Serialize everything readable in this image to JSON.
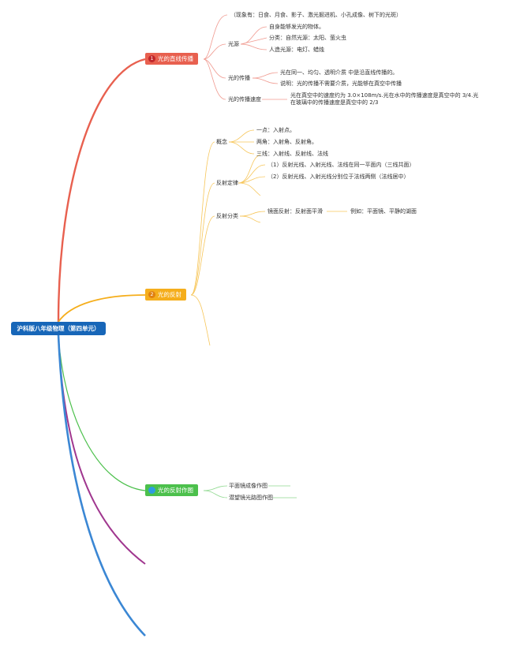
{
  "root": {
    "label": "沪科版八年级物理（第四单元）"
  },
  "branches": [
    {
      "badge": "1",
      "label": "光的直线传播",
      "color": "#e8604f",
      "badge_color": "#c0262a"
    },
    {
      "badge": "2",
      "label": "光的反射",
      "color": "#f5ae1c",
      "badge_color": "#e08010"
    },
    {
      "badge": "",
      "label": "光的反射作图",
      "color": "#4cc04c",
      "badge_color": "#2e9be0"
    }
  ],
  "colors": {
    "purple": "#a0378f",
    "blue": "#3b87d4",
    "line_red": "#f09a90",
    "line_orange": "#f7c65a",
    "line_green": "#8fd98f"
  },
  "b1": {
    "phenomena": "（现象有：日食、月食、影子、激光掘进机、小孔成像、树下的光斑）",
    "source": "光源",
    "source_items": [
      "自身能够发光的物体。",
      "分类：自然光源：太阳、萤火虫",
      "人造光源：电灯、蜡烛"
    ],
    "propagation": "光的传播",
    "propagation_items": [
      "光在同一、均匀、透明介质 中是沿直线传播的。",
      "说明：光的传播不需要介质，光能够在真空中传播"
    ],
    "speed": "光的传播速度",
    "speed_text": "光在真空中的速度约为 3.0×108m/s.光在水中的传播速度是真空中的 3/4.光在玻璃中的传播速度是真空中的 2/3"
  },
  "b2": {
    "concept": "概念",
    "concept_items": [
      "一点：入射点。",
      "两角：入射角、反射角。",
      "三线：入射线、反射线、法线"
    ],
    "law": "反射定律",
    "law_items": [
      "（1）反射光线、入射光线、法线在同一平面内（三线共面）",
      "（2）反射光线、入射光线分别位于法线两侧（法线居中）"
    ],
    "types": "反射分类",
    "mirror": "镜面反射：反射面平滑",
    "mirror_example": "例如：平面镜、平静的湖面"
  },
  "b3": {
    "items": [
      "平面镜成像作图",
      "潜望镜光路图作图"
    ]
  }
}
